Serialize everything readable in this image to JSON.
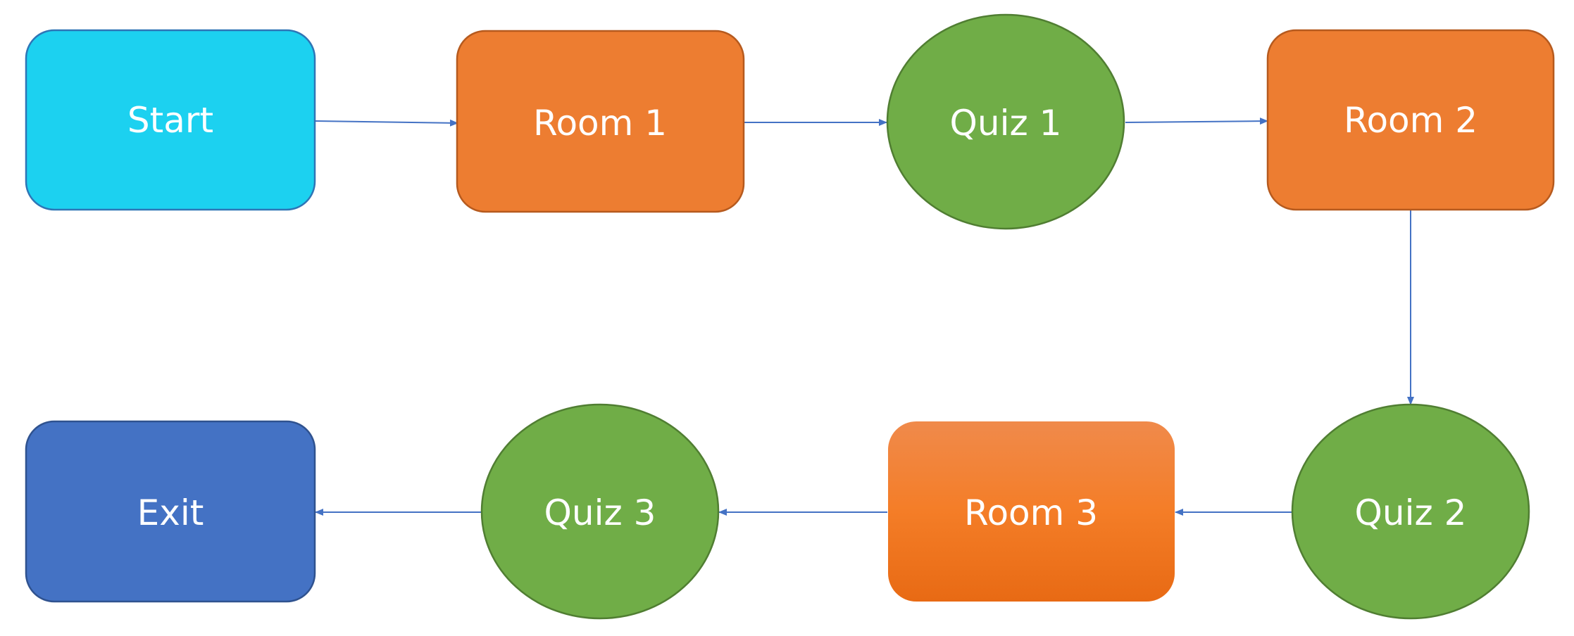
{
  "diagram": {
    "nodes": [
      {
        "id": "start",
        "label": "Start",
        "shape": "rounded-rect",
        "color": "#1CD1F0"
      },
      {
        "id": "room1",
        "label": "Room 1",
        "shape": "rounded-rect",
        "color": "#ED7D31"
      },
      {
        "id": "quiz1",
        "label": "Quiz 1",
        "shape": "ellipse",
        "color": "#70AD47"
      },
      {
        "id": "room2",
        "label": "Room 2",
        "shape": "rounded-rect",
        "color": "#ED7D31"
      },
      {
        "id": "quiz2",
        "label": "Quiz 2",
        "shape": "ellipse",
        "color": "#70AD47"
      },
      {
        "id": "room3",
        "label": "Room 3",
        "shape": "rounded-rect",
        "color": "#F07F2A"
      },
      {
        "id": "quiz3",
        "label": "Quiz 3",
        "shape": "ellipse",
        "color": "#70AD47"
      },
      {
        "id": "exit",
        "label": "Exit",
        "shape": "rounded-rect",
        "color": "#4472C4"
      }
    ],
    "edges": [
      {
        "from": "start",
        "to": "room1"
      },
      {
        "from": "room1",
        "to": "quiz1"
      },
      {
        "from": "quiz1",
        "to": "room2"
      },
      {
        "from": "room2",
        "to": "quiz2"
      },
      {
        "from": "quiz2",
        "to": "room3"
      },
      {
        "from": "room3",
        "to": "quiz3"
      },
      {
        "from": "quiz3",
        "to": "exit"
      }
    ],
    "colors": {
      "connector": "#4472C4"
    }
  }
}
